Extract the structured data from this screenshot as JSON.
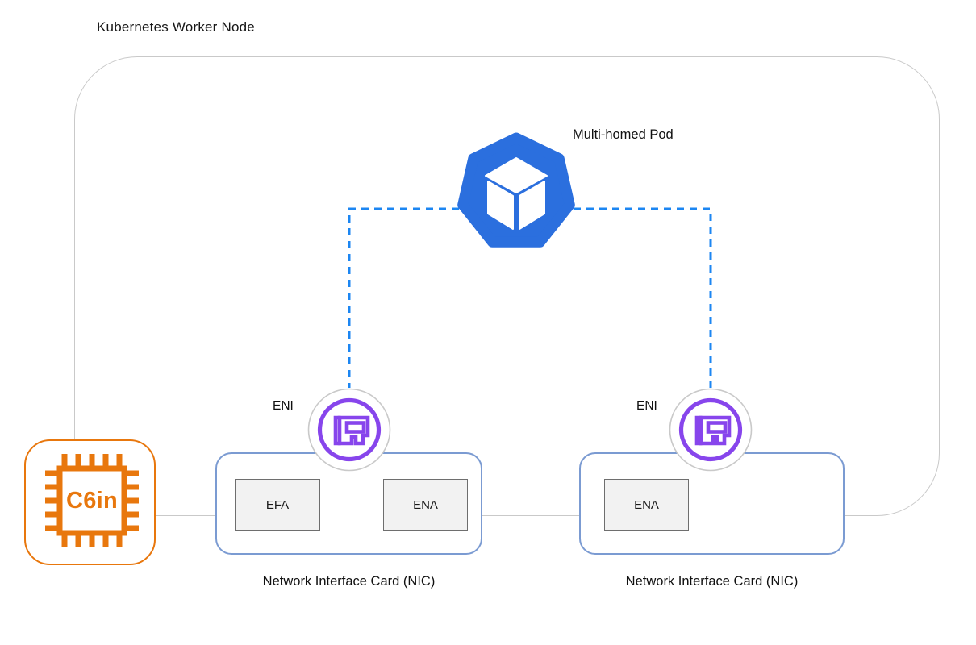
{
  "diagram": {
    "title": "Kubernetes Worker Node",
    "pod": {
      "label": "Multi-homed Pod",
      "icon": "kubernetes-pod-icon"
    },
    "eni_left": {
      "label": "ENI",
      "icon": "network-interface-card-icon"
    },
    "eni_right": {
      "label": "ENI",
      "icon": "network-interface-card-icon"
    },
    "nic_left": {
      "label": "Network Interface Card (NIC)",
      "adapters": [
        "EFA",
        "ENA"
      ]
    },
    "nic_right": {
      "label": "Network Interface Card (NIC)",
      "adapters": [
        "ENA"
      ]
    },
    "instance": {
      "label": "C6in",
      "icon": "cpu-chip-icon"
    },
    "connections": [
      "multi-homed-pod to eni-left (dashed)",
      "multi-homed-pod to eni-right (dashed)"
    ],
    "colors": {
      "pod_blue": "#2B6FDE",
      "dash_blue": "#1C86F2",
      "eni_purple": "#8745EC",
      "eni_circle_gray": "#C9C9C9",
      "instance_orange": "#E8770D",
      "nic_border_blue": "#7B9BD2",
      "boundary_gray": "#C9C9C9",
      "adapter_fill": "#F2F2F2",
      "adapter_border": "#6E6E6E"
    }
  }
}
